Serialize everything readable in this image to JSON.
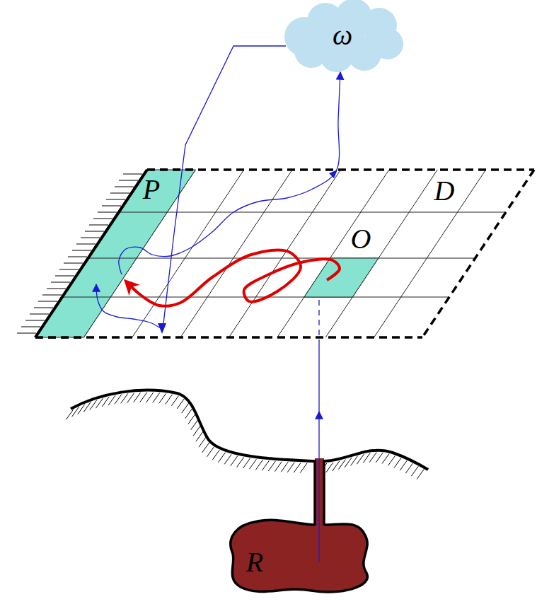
{
  "diagram": {
    "nodes": [
      {
        "text": [
          "ω"
        ]
      },
      {
        "text": [
          "D"
        ]
      },
      {
        "text": [
          "P"
        ],
        "in": 1
      },
      {
        "text": [
          "O"
        ],
        "in": 1
      },
      {
        "text": [
          "R"
        ]
      }
    ],
    "edges": [
      {
        "from": 0,
        "to": 2,
        "arrow": "to"
      },
      {
        "from": 2,
        "to": 0,
        "arrow": "to"
      },
      {
        "from": 4,
        "to": 3,
        "arrow": "to"
      },
      {
        "from": 3,
        "to": 2,
        "arrow": "to"
      }
    ]
  }
}
